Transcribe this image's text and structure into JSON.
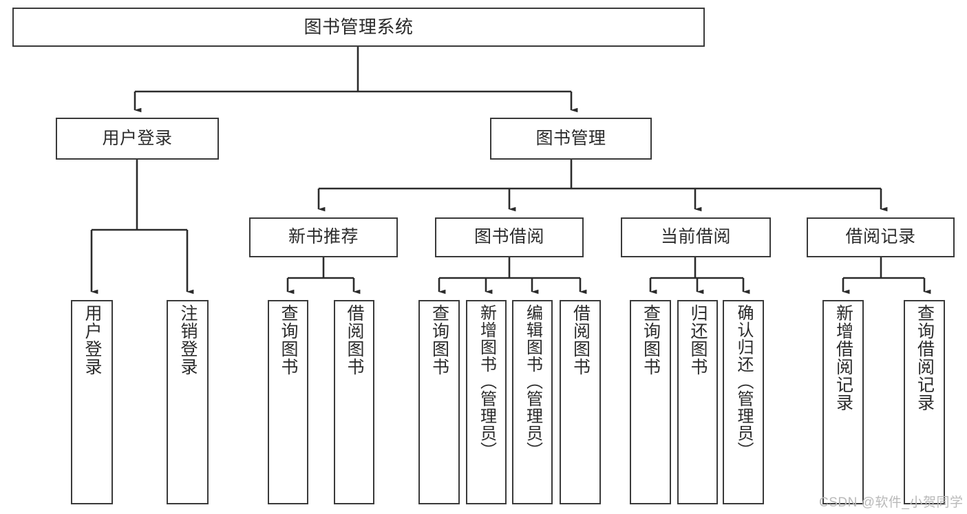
{
  "diagram": {
    "title": "图书管理系统",
    "type": "tree-hierarchy-diagram",
    "colors": {
      "box_border": "#3a3a3a",
      "connector": "#2b2b2b",
      "background": "#ffffff",
      "text": "#2b2b2b",
      "watermark": "#b9b9b9"
    },
    "root": {
      "label": "图书管理系统"
    },
    "level2": [
      {
        "label": "用户登录"
      },
      {
        "label": "图书管理"
      }
    ],
    "level3": [
      {
        "label": "新书推荐"
      },
      {
        "label": "图书借阅"
      },
      {
        "label": "当前借阅"
      },
      {
        "label": "借阅记录"
      }
    ],
    "leaves": {
      "user_login": [
        {
          "label": "用户登录"
        },
        {
          "label": "注销登录"
        }
      ],
      "new_book_recommend": [
        {
          "label": "查询图书"
        },
        {
          "label": "借阅图书"
        }
      ],
      "book_borrow": [
        {
          "label": "查询图书"
        },
        {
          "label": "新增图书（管理员）"
        },
        {
          "label": "编辑图书（管理员）"
        },
        {
          "label": "借阅图书"
        }
      ],
      "current_borrow": [
        {
          "label": "查询图书"
        },
        {
          "label": "归还图书"
        },
        {
          "label": "确认归还（管理员）"
        }
      ],
      "borrow_record": [
        {
          "label": "新增借阅记录"
        },
        {
          "label": "查询借阅记录"
        }
      ]
    }
  },
  "watermark": {
    "text": "CSDN @软件_小贺同学"
  }
}
